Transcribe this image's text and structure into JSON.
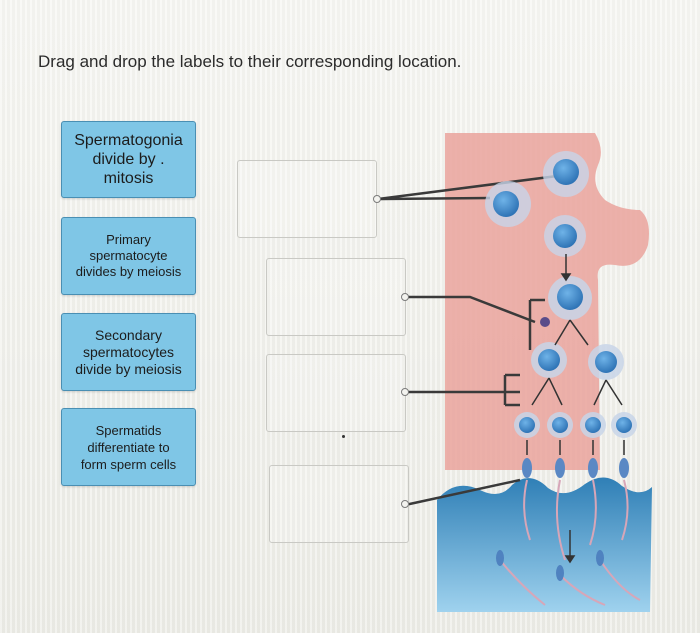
{
  "instruction": "Drag and drop the labels to their corresponding location.",
  "labels": [
    {
      "text": "Spermatogonia\ndivide by .\nmitosis"
    },
    {
      "text": "Primary\nspermatocyte\ndivides by meiosis"
    },
    {
      "text": "Secondary\nspermatocytes\ndivide by meiosis"
    },
    {
      "text": "Spermatids\ndifferentiate to\nform sperm cells"
    }
  ],
  "colors": {
    "label_fill": "#7fc6e6",
    "label_border": "#4a8fb3",
    "tissue_pink": "#e8938c",
    "lumen_blue": "#3a8fc0",
    "cell_blue": "#3d86c6"
  }
}
